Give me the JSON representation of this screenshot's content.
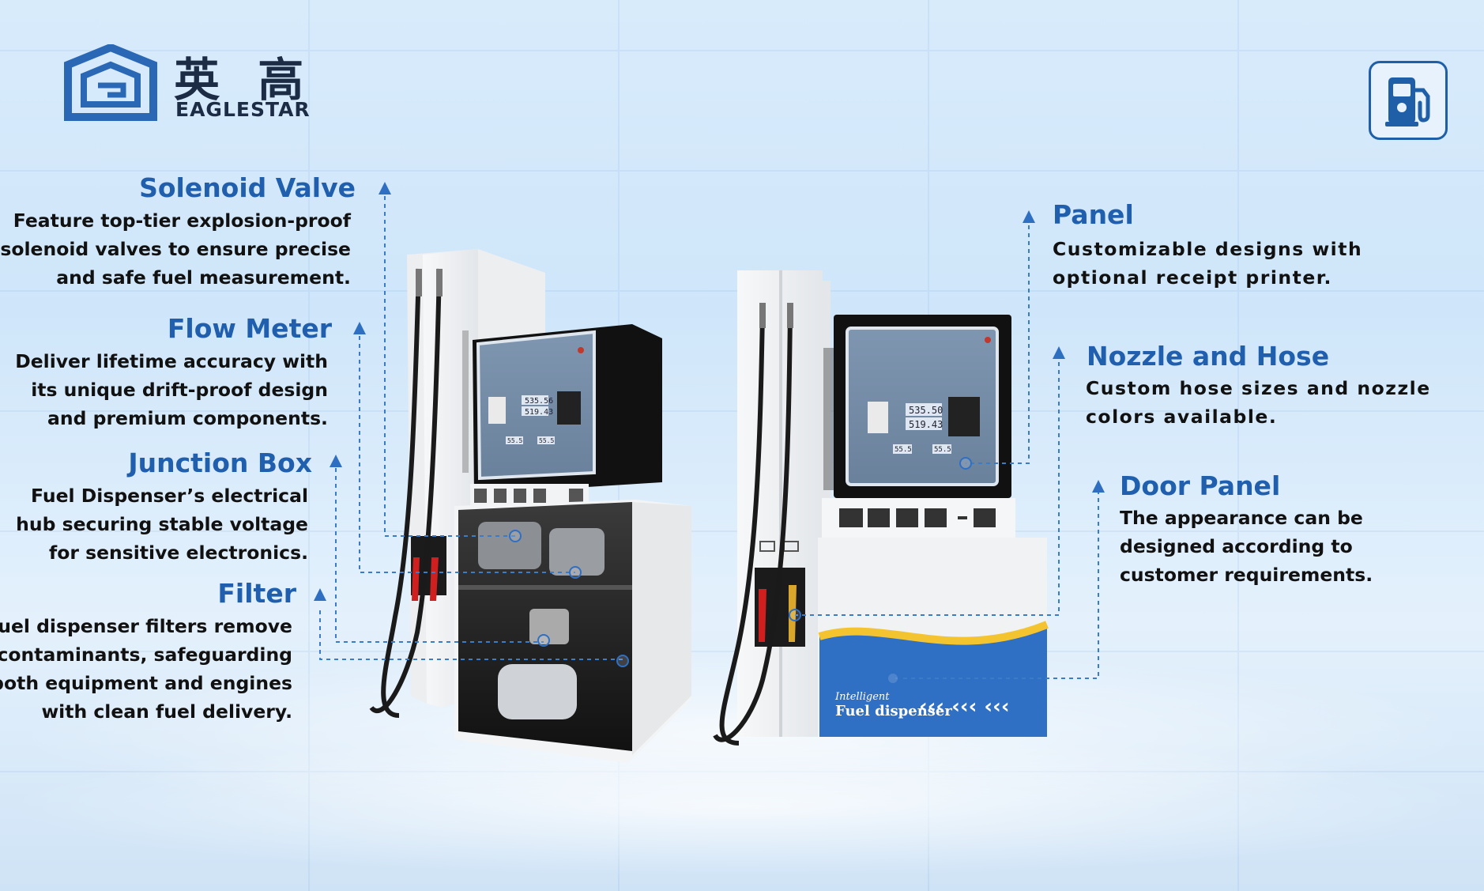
{
  "brand": {
    "name_cn": "英 高",
    "name_en": "EAGLESTAR"
  },
  "icons": {
    "logo": "eaglestar-logo-icon",
    "pump": "fuel-pump-icon"
  },
  "colors": {
    "accent": "#1f5fae",
    "background": "#d8ebfb",
    "line": "#3b7cc9"
  },
  "left_features": [
    {
      "title": "Solenoid Valve",
      "lines": [
        "Feature top-tier explosion-proof",
        "solenoid valves to ensure precise",
        "and safe fuel measurement."
      ]
    },
    {
      "title": "Flow Meter",
      "lines": [
        "Deliver lifetime accuracy with",
        "its unique drift-proof design",
        "and premium components."
      ]
    },
    {
      "title": "Junction Box",
      "lines": [
        "Fuel Dispenser’s electrical",
        "hub securing stable voltage",
        "for sensitive electronics."
      ]
    },
    {
      "title": "Filter",
      "lines": [
        "Fuel dispenser filters remove",
        "contaminants, safeguarding",
        "both equipment and engines",
        "with clean fuel delivery."
      ]
    }
  ],
  "right_features": [
    {
      "title": "Panel",
      "lines": [
        "Customizable designs with",
        "optional receipt printer."
      ]
    },
    {
      "title": "Nozzle and Hose",
      "lines": [
        "Custom hose sizes and nozzle",
        "colors available."
      ]
    },
    {
      "title": "Door Panel",
      "lines": [
        "The appearance can be",
        "designed according to",
        "customer requirements."
      ]
    }
  ],
  "dispenser_left": {
    "display_amount": "535.56",
    "display_liters": "519.43",
    "price_a": "55.5",
    "price_b": "55.5"
  },
  "dispenser_right": {
    "display_amount": "535.50",
    "display_liters": "519.43",
    "price_a": "55.5",
    "price_b": "55.5",
    "label_small": "Intelligent",
    "label_big": "Fuel dispenser",
    "chevrons": "‹‹‹  ‹‹‹  ‹‹‹"
  }
}
